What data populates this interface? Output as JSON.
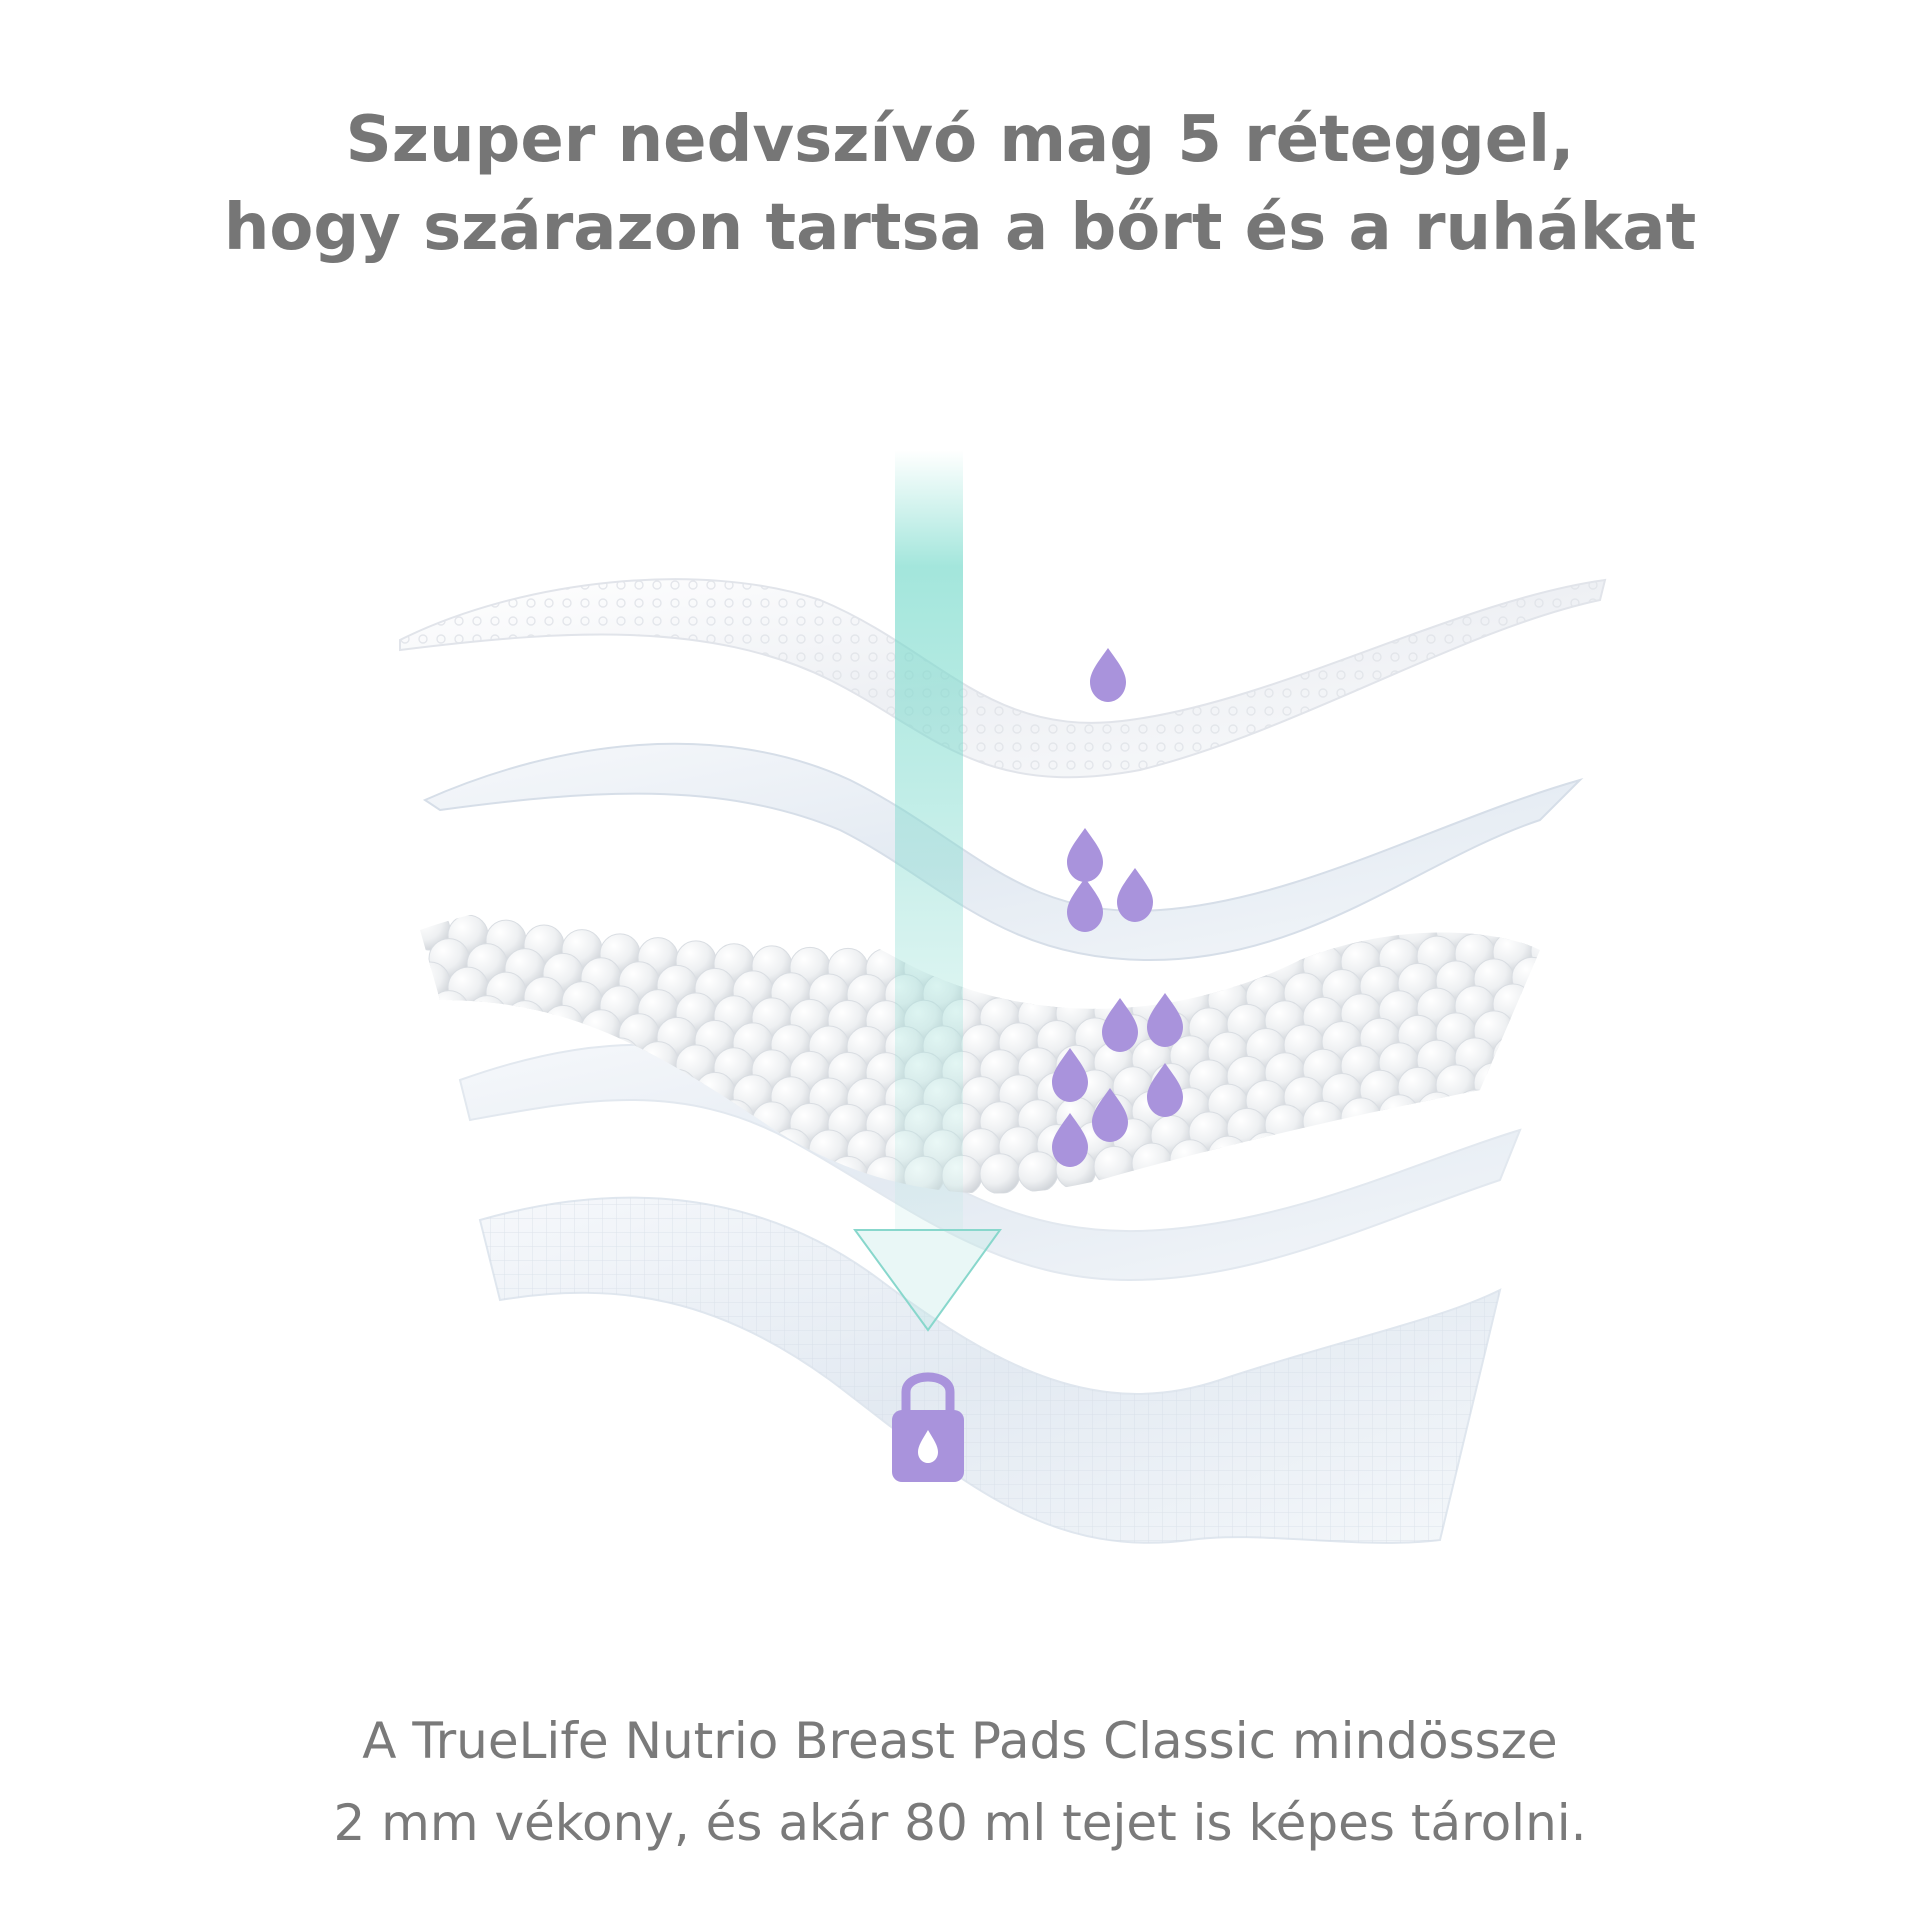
{
  "headline": {
    "line1": "Szuper nedvszívó mag 5 réteggel,",
    "line2": "hogy szárazon tartsa a bőrt és a ruhákat"
  },
  "footer": {
    "line1": "A TrueLife Nutrio Breast Pads Classic mindössze",
    "line2": "2 mm vékony, és akár 80 ml tejet is képes tárolni."
  },
  "colors": {
    "text": "#767676",
    "drop": "#a993dc",
    "arrow": "#6fd8c8",
    "layer": "#eef3f8"
  },
  "layers": [
    {
      "name": "top-textured-sheet",
      "drops": 1
    },
    {
      "name": "second-sheet",
      "drops": 3
    },
    {
      "name": "absorbent-bead-core",
      "drops": 6
    },
    {
      "name": "fourth-sheet",
      "drops": 0
    },
    {
      "name": "bottom-barrier-sheet",
      "icon": "lock-drop-icon"
    }
  ]
}
